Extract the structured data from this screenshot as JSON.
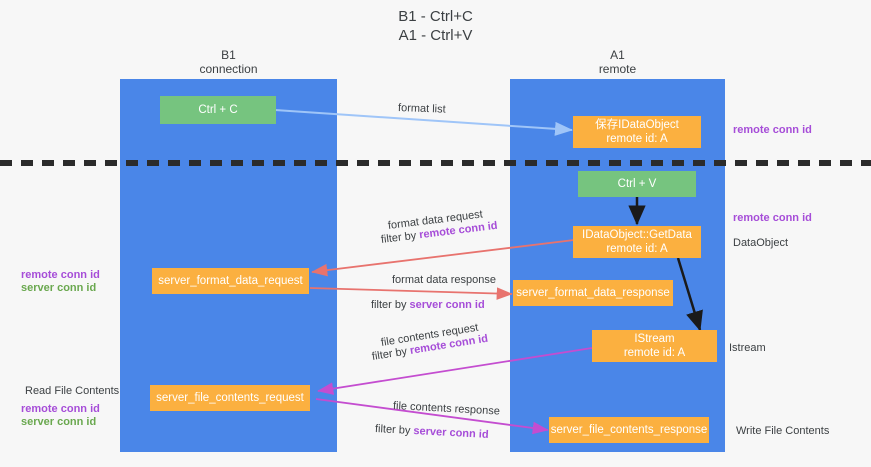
{
  "title": {
    "line1": "B1 - Ctrl+C",
    "line2": "A1 - Ctrl+V"
  },
  "lanes": [
    {
      "id": "b1",
      "name": "B1",
      "role": "connection"
    },
    {
      "id": "a1",
      "name": "A1",
      "role": "remote"
    }
  ],
  "nodes": {
    "ctrl_c": {
      "line1": "Ctrl + C",
      "line2": ""
    },
    "save_idataobject": {
      "line1": "保存IDataObject",
      "line2": "remote id: A"
    },
    "ctrl_v": {
      "line1": "Ctrl + V",
      "line2": ""
    },
    "idataobject_getdata": {
      "line1": "IDataObject::GetData",
      "line2": "remote id: A"
    },
    "server_format_data_request": {
      "line1": "server_format_data_request",
      "line2": ""
    },
    "server_format_data_response": {
      "line1": "server_format_data_response",
      "line2": ""
    },
    "istream": {
      "line1": "IStream",
      "line2": "remote id: A"
    },
    "server_file_contents_request": {
      "line1": "server_file_contents_request",
      "line2": ""
    },
    "server_file_contents_response": {
      "line1": "server_file_contents_response",
      "line2": ""
    }
  },
  "edges": {
    "format_list": {
      "label": "format list"
    },
    "format_data_request": {
      "label": "format data request",
      "filter_prefix": "filter by ",
      "filter_key": "remote conn id"
    },
    "format_data_response": {
      "label": "format data response",
      "filter_prefix": "filter by ",
      "filter_key": "server conn id"
    },
    "file_contents_request": {
      "label": "file contents request",
      "filter_prefix": "filter by ",
      "filter_key": "remote conn id"
    },
    "file_contents_response": {
      "label": "file contents response",
      "filter_prefix": "filter by ",
      "filter_key": "server conn id"
    }
  },
  "annotations": {
    "right_remote_conn_id_top": "remote conn id",
    "right_remote_conn_id_mid": "remote conn id",
    "right_dataobject": "DataObject",
    "right_istream": "Istream",
    "right_write_file_contents": "Write File Contents",
    "left_remote_conn_id_mid": "remote conn id",
    "left_server_conn_id_mid": "server conn id",
    "left_read_file_contents": "Read File Contents",
    "left_remote_conn_id_bottom": "remote conn id",
    "left_server_conn_id_bottom": "server conn id"
  },
  "colors": {
    "lane": "#4a86e8",
    "node_green": "#76c47f",
    "node_orange": "#fbb040",
    "accent_purple": "#a64dd8",
    "accent_green": "#6aa84f",
    "arrow_light_blue": "#9fc5f8",
    "arrow_red": "#e8736e",
    "arrow_magenta": "#c44dd0",
    "arrow_black": "#1a1a1a",
    "background": "#f7f7f7"
  }
}
